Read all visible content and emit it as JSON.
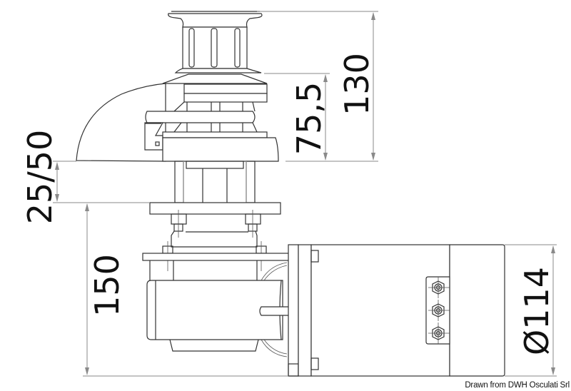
{
  "diagram": {
    "subject": "Vertical anchor windlass with gypsy, capstan drum and electric motor",
    "view": "side elevation",
    "line_color": "#333333",
    "dimension_color": "#8a8a8a",
    "background": "#ffffff"
  },
  "dimensions": {
    "overall_height_above_deck": {
      "label": "130",
      "unit": "mm"
    },
    "gypsy_height": {
      "label": "75,5",
      "unit": "mm"
    },
    "deck_thickness": {
      "label": "25/50",
      "unit": "mm"
    },
    "below_deck_depth": {
      "label": "150",
      "unit": "mm"
    },
    "motor_diameter": {
      "label": "Ø114",
      "unit": "mm"
    }
  },
  "credit": {
    "text": "Drawn from DWH Osculati Srl"
  }
}
